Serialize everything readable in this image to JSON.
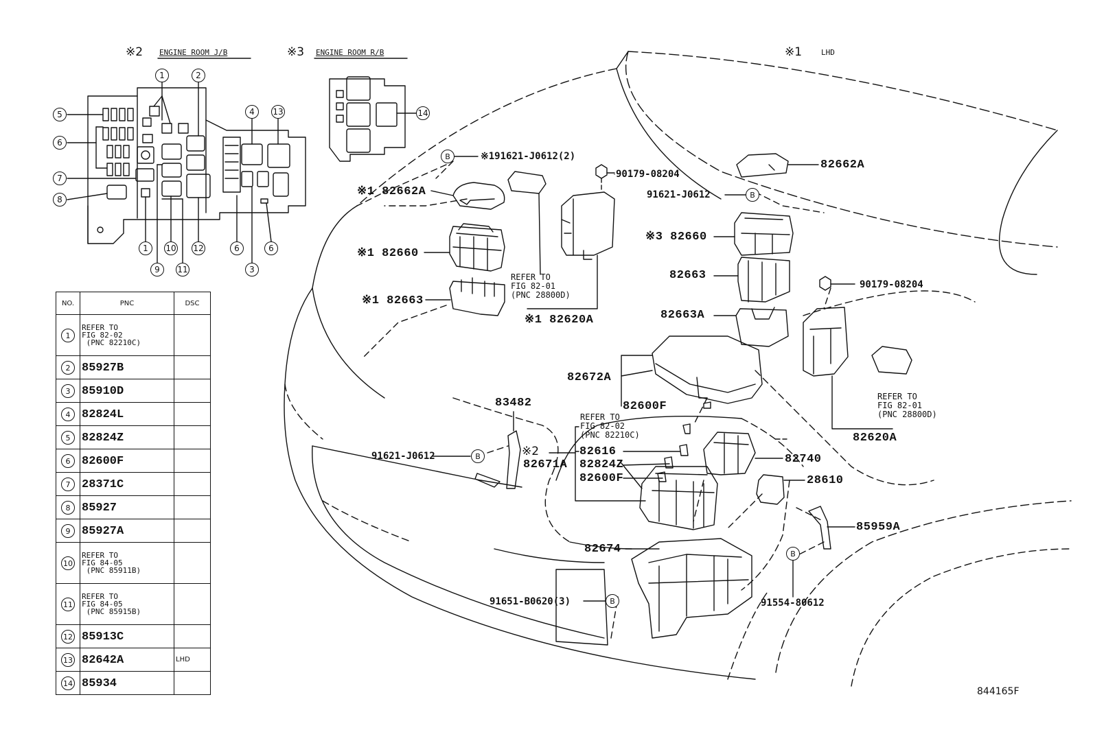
{
  "headers": {
    "h2_mark": "※2",
    "h2_text": "ENGINE ROOM J/B",
    "h3_mark": "※3",
    "h3_text": "ENGINE ROOM R/B",
    "h1_mark": "※1",
    "h1_text": "LHD"
  },
  "callout_numbers": [
    "1",
    "2",
    "3",
    "4",
    "5",
    "6",
    "7",
    "8",
    "9",
    "10",
    "11",
    "12",
    "13",
    "14"
  ],
  "bolt_marker": "B",
  "labels": {
    "p91621_j0612_2": "※191621-J0612(2)",
    "p90179_top": "90179-08204",
    "p82662A_right": "82662A",
    "p91621_right": "91621-J0612",
    "p82662A_left": "※1 82662A",
    "p82660_left": "※1 82660",
    "p82663_left": "※1 82663",
    "refer_82_01_a": "REFER TO\nFIG 82-01\n(PNC 28800D)",
    "p82620A_mid": "※1 82620A",
    "p82660_right": "※3 82660",
    "p82663_right": "82663",
    "p90179_right": "90179-08204",
    "p82663A": "82663A",
    "p82672A": "82672A",
    "p82600F_a": "82600F",
    "refer_82_01_b": "REFER TO\nFIG 82-01\n(PNC 28800D)",
    "p82620A_right": "82620A",
    "p83482": "83482",
    "refer_82_02": "REFER TO\nFIG 82-02\n(PNC 82210C)",
    "p91621_left": "91621-J0612",
    "mark2": "※2",
    "p82671A": "82671A",
    "p82616": "82616",
    "p82824Z": "82824Z",
    "p82600F_b": "82600F",
    "p82740": "82740",
    "p28610": "28610",
    "p85959A": "85959A",
    "p82674": "82674",
    "p91651": "91651-B0620(3)",
    "p91554": "91554-80612",
    "fig_id": "844165F"
  },
  "table": {
    "headers": [
      "NO.",
      "PNC",
      "DSC"
    ],
    "rows": [
      {
        "no": "1",
        "pnc": "",
        "ref": "REFER TO\nFIG 82-02\n (PNC 82210C)",
        "dsc": ""
      },
      {
        "no": "2",
        "pnc": "85927B",
        "ref": "",
        "dsc": ""
      },
      {
        "no": "3",
        "pnc": "85910D",
        "ref": "",
        "dsc": ""
      },
      {
        "no": "4",
        "pnc": "82824L",
        "ref": "",
        "dsc": ""
      },
      {
        "no": "5",
        "pnc": "82824Z",
        "ref": "",
        "dsc": ""
      },
      {
        "no": "6",
        "pnc": "82600F",
        "ref": "",
        "dsc": ""
      },
      {
        "no": "7",
        "pnc": "28371C",
        "ref": "",
        "dsc": ""
      },
      {
        "no": "8",
        "pnc": "85927",
        "ref": "",
        "dsc": ""
      },
      {
        "no": "9",
        "pnc": "85927A",
        "ref": "",
        "dsc": ""
      },
      {
        "no": "10",
        "pnc": "",
        "ref": "REFER TO\nFIG 84-05\n (PNC 85911B)",
        "dsc": ""
      },
      {
        "no": "11",
        "pnc": "",
        "ref": "REFER TO\nFIG 84-05\n (PNC 85915B)",
        "dsc": ""
      },
      {
        "no": "12",
        "pnc": "85913C",
        "ref": "",
        "dsc": ""
      },
      {
        "no": "13",
        "pnc": "82642A",
        "ref": "",
        "dsc": "LHD"
      },
      {
        "no": "14",
        "pnc": "85934",
        "ref": "",
        "dsc": ""
      }
    ]
  }
}
